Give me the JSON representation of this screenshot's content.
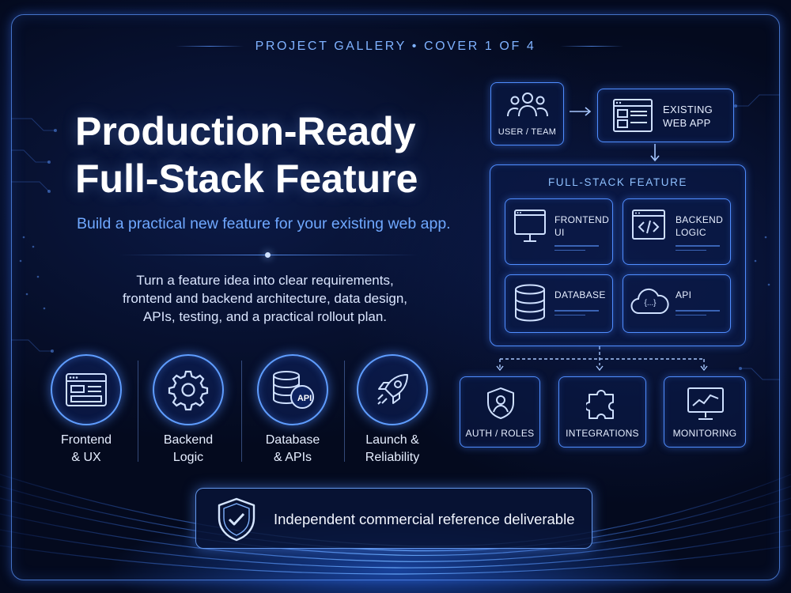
{
  "header": {
    "gallery": "PROJECT GALLERY • COVER 1 OF 4"
  },
  "hero": {
    "title_line1": "Production-Ready",
    "title_line2": "Full-Stack Feature",
    "subtitle": "Build a practical new feature for your existing web app.",
    "description_lines": [
      "Turn a feature idea into clear requirements,",
      "frontend and backend architecture, data design,",
      "APIs, testing, and a practical rollout plan."
    ]
  },
  "features": [
    {
      "line1": "Frontend",
      "line2": "& UX",
      "icon": "browser-window-icon"
    },
    {
      "line1": "Backend",
      "line2": "Logic",
      "icon": "gear-icon"
    },
    {
      "line1": "Database",
      "line2": "& APIs",
      "icon": "database-api-icon",
      "badge": "API"
    },
    {
      "line1": "Launch &",
      "line2": "Reliability",
      "icon": "rocket-icon"
    }
  ],
  "banner": {
    "text": "Independent commercial reference deliverable",
    "icon": "shield-check-icon"
  },
  "diagram": {
    "user_team": "USER / TEAM",
    "existing_app_line1": "EXISTING",
    "existing_app_line2": "WEB APP",
    "fullstack_title": "FULL-STACK FEATURE",
    "frontend_line1": "FRONTEND",
    "frontend_line2": "UI",
    "backend_line1": "BACKEND",
    "backend_line2": "LOGIC",
    "database": "DATABASE",
    "api": "API",
    "api_icon_text": "{...}",
    "auth": "AUTH / ROLES",
    "integrations": "INTEGRATIONS",
    "monitoring": "MONITORING"
  },
  "colors": {
    "accent": "#4f8dff",
    "background": "#040a1e",
    "subtitle": "#6fa8ff",
    "label": "#8ec0ff"
  }
}
